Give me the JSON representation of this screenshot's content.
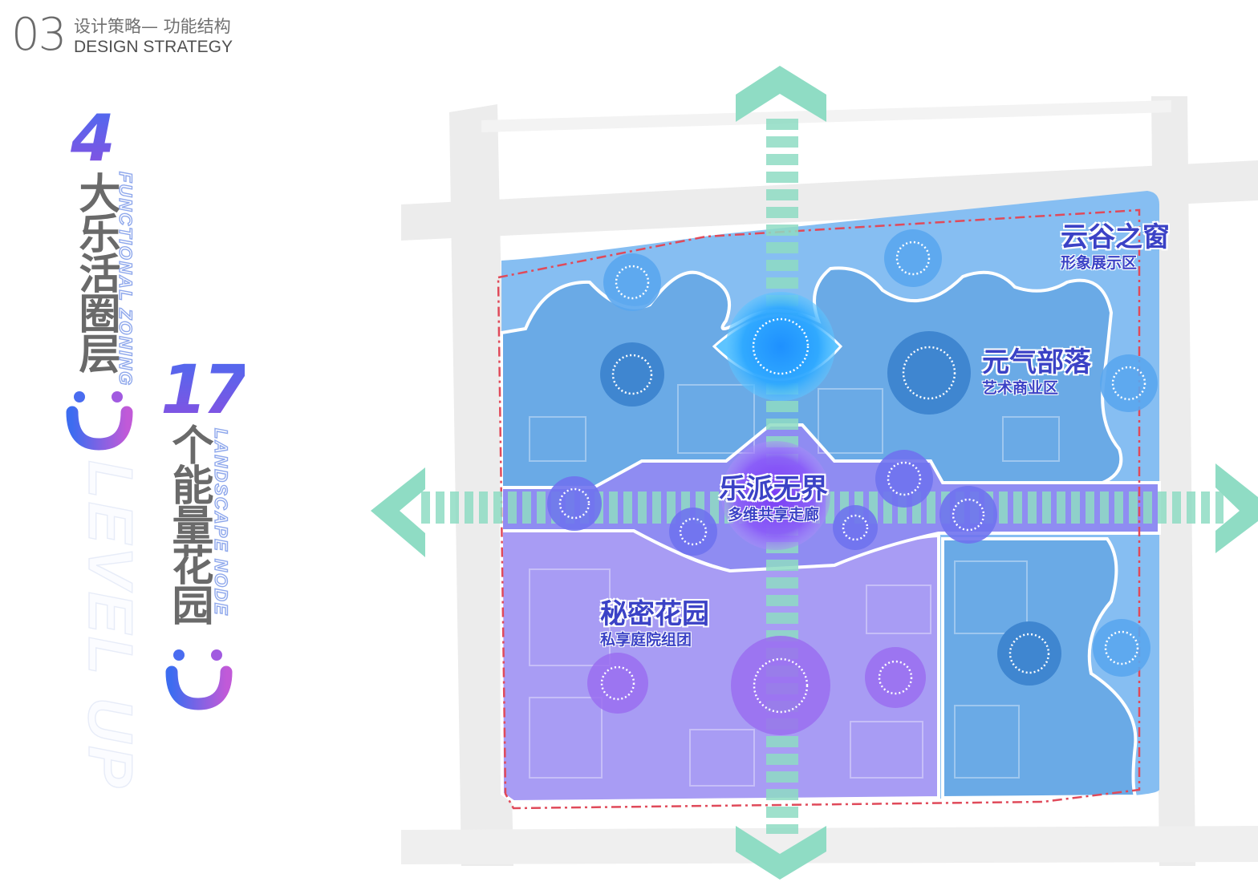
{
  "header": {
    "number": "03",
    "title_cn": "设计策略— 功能结构",
    "title_en": "DESIGN STRATEGY"
  },
  "left_panel": {
    "count_circles": "4",
    "circles_label": "大乐活圈层",
    "circles_en": "FUNCTIONAL ZONING",
    "count_nodes": "17",
    "nodes_label": "个能量花园",
    "nodes_en": "LANDSCAPE NODE",
    "level_up": "LEVEL UP"
  },
  "zones": [
    {
      "key": "window",
      "title": "云谷之窗",
      "subtitle": "形象展示区"
    },
    {
      "key": "tribe",
      "title": "元气部落",
      "subtitle": "艺术商业区"
    },
    {
      "key": "corridor",
      "title": "乐派无界",
      "subtitle": "多维共享走廊"
    },
    {
      "key": "garden",
      "title": "秘密花园",
      "subtitle": "私享庭院组团"
    }
  ],
  "colors": {
    "accent_purple": "#7b5bf0",
    "accent_blue": "#4a6cf0",
    "arrow_mint": "#8fdcc4",
    "zone_blue": "#6aaae6",
    "zone_light_blue": "#86bef2",
    "zone_purple": "#a89cf4",
    "boundary_red": "#e04a5a"
  },
  "icons": [
    "arrow-up-icon",
    "arrow-down-icon",
    "arrow-left-icon",
    "arrow-right-icon",
    "smile-icon"
  ]
}
